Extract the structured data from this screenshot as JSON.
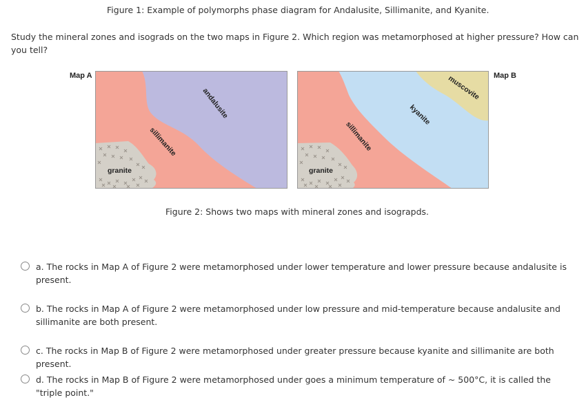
{
  "figure1_caption": "Figure 1:  Example of polymorphs phase diagram for Andalusite, Sillimanite, and Kyanite.",
  "question": "Study the mineral zones and isograds on the two maps in Figure 2. Which region was metamorphosed at higher pressure? How can you tell?",
  "map_a": {
    "label": "Map A",
    "zones": [
      "andalusite",
      "sillimanite",
      "granite"
    ]
  },
  "map_b": {
    "label": "Map B",
    "zones": [
      "muscovite",
      "kyanite",
      "sillimanite",
      "granite"
    ]
  },
  "colors": {
    "sillimanite_zone": "#f4a597",
    "andalusite_zone": "#bcbadf",
    "kyanite_zone": "#c2def3",
    "muscovite_zone": "#e6dca4",
    "granite_zone": "#d4d0c8"
  },
  "figure2_caption": "Figure 2: Shows two maps with mineral zones and isograpds.",
  "options": [
    {
      "text": "a. The rocks in Map A of Figure 2 were metamorphosed under lower temperature and lower pressure because andalusite is present."
    },
    {
      "text": "b. The rocks in Map A of Figure 2 were metamorphosed under low pressure and mid-temperature because andalusite and sillimanite are both present."
    },
    {
      "text": "c. The rocks in Map B of Figure 2 were metamorphosed under greater pressure because kyanite and sillimanite are both present."
    },
    {
      "text": "d. The rocks in Map B of Figure 2 were metamorphosed under goes a minimum temperature of ~ 500°C, it is called the \"triple point.\""
    }
  ]
}
